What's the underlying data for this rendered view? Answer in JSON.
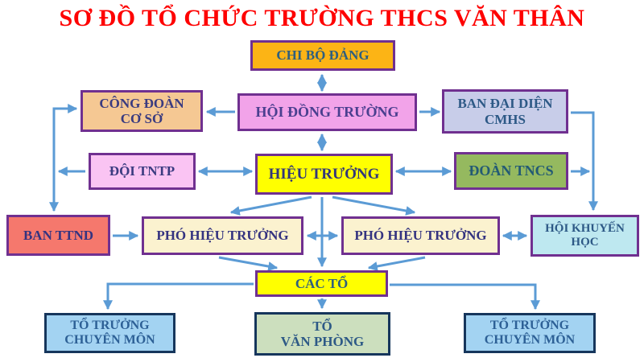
{
  "title": {
    "text": "SƠ ĐỒ TỔ CHỨC TRƯỜNG THCS VĂN THÂN",
    "color": "#FE0000"
  },
  "colors": {
    "arrow": "#5B9BD5",
    "border_purple": "#703090",
    "border_navy": "#16365C",
    "title_red": "#FE0000",
    "highlight_yellow": "#FFFF00"
  },
  "nodes": {
    "chi_bo_dang": {
      "label": "CHI BỘ ĐẢNG",
      "bg": "#FCB415",
      "border": "#703090",
      "text_color": "#2E5F7F"
    },
    "cong_doan_co_so": {
      "label": "CÔNG ĐOÀN\nCƠ SỞ",
      "bg": "#F5C893",
      "border": "#703090",
      "text_color": "#3A3B80"
    },
    "hoi_dong_truong": {
      "label": "HỘI ĐỒNG TRƯỜNG",
      "bg": "#F2A3E9",
      "border": "#703090",
      "text_color": "#4A3F8F"
    },
    "ban_dai_dien_cmhs": {
      "label": "BAN ĐẠI DIỆN\nCMHS",
      "bg": "#C8CDE9",
      "border": "#703090",
      "text_color": "#2D5986"
    },
    "doi_tntp": {
      "label": "ĐỘI TNTP",
      "bg": "#FAC4F3",
      "border": "#703090",
      "text_color": "#3A3B80"
    },
    "hieu_truong": {
      "label": "HIỆU TRƯỞNG",
      "bg": "#FFFF00",
      "border": "#703090",
      "text_color": "#32367B"
    },
    "doan_tncs": {
      "label": "ĐOÀN TNCS",
      "bg": "#95B95F",
      "border": "#703090",
      "text_color": "#235A74"
    },
    "ban_ttnd": {
      "label": "BAN TTND",
      "bg": "#F5786D",
      "border": "#703090",
      "text_color": "#343380"
    },
    "pho_hieu_truong_1": {
      "label": "PHÓ HIỆU TRƯỞNG",
      "bg": "#FBF2CF",
      "border": "#703090",
      "text_color": "#343380"
    },
    "pho_hieu_truong_2": {
      "label": "PHÓ HIỆU TRƯỞNG",
      "bg": "#FBF2CF",
      "border": "#703090",
      "text_color": "#343380"
    },
    "hoi_khuyen_hoc": {
      "label": "HỘI KHUYẾN\nHỌC",
      "bg": "#BEE8F0",
      "border": "#703090",
      "text_color": "#2D5986"
    },
    "cac_to": {
      "label": "CÁC TỔ",
      "bg": "#FFFF00",
      "border": "#703090",
      "text_color": "#2E5F7F"
    },
    "to_truong_cm_1": {
      "label": "TỔ TRƯỞNG\nCHUYÊN MÔN",
      "bg": "#A3D3F2",
      "border": "#16365C",
      "text_color": "#2D6096"
    },
    "to_van_phong": {
      "label": "TỔ\nVĂN PHÒNG",
      "bg": "#CCDFBE",
      "border": "#16365C",
      "text_color": "#2D5986"
    },
    "to_truong_cm_2": {
      "label": "TỔ TRƯỞNG\nCHUYÊN MÔN",
      "bg": "#A3D3F2",
      "border": "#16365C",
      "text_color": "#2D6096"
    }
  },
  "edges": [
    {
      "from": "chi_bo_dang",
      "to": "hoi_dong_truong",
      "arrows": "both",
      "route": "straight-vertical"
    },
    {
      "from": "hoi_dong_truong",
      "to": "cong_doan_co_so",
      "arrows": "to",
      "route": "straight-horizontal"
    },
    {
      "from": "hoi_dong_truong",
      "to": "ban_dai_dien_cmhs",
      "arrows": "to",
      "route": "straight-horizontal"
    },
    {
      "from": "hoi_dong_truong",
      "to": "hieu_truong",
      "arrows": "both",
      "route": "straight-vertical"
    },
    {
      "from": "doi_tntp",
      "to": "hieu_truong",
      "arrows": "both",
      "route": "straight-horizontal"
    },
    {
      "from": "hieu_truong",
      "to": "doan_tncs",
      "arrows": "both",
      "route": "straight-horizontal"
    },
    {
      "from": "doi_tntp",
      "to": "cong_doan_co_so",
      "arrows": "to",
      "route": "left-rail-elbow"
    },
    {
      "from": "doi_tntp",
      "to": "ban_ttnd",
      "arrows": "to",
      "route": "left-rail-elbow"
    },
    {
      "from": "ban_dai_dien_cmhs",
      "to": "hoi_khuyen_hoc",
      "arrows": "to",
      "route": "right-rail-elbow"
    },
    {
      "from": "doan_tncs",
      "to": "hoi_khuyen_hoc",
      "arrows": "to",
      "route": "joins-right-rail"
    },
    {
      "from": "ban_ttnd",
      "to": "pho_hieu_truong_1",
      "arrows": "to",
      "route": "straight-horizontal"
    },
    {
      "from": "hieu_truong",
      "to": "pho_hieu_truong_1",
      "arrows": "to",
      "route": "diagonal"
    },
    {
      "from": "hieu_truong",
      "to": "pho_hieu_truong_2",
      "arrows": "to",
      "route": "diagonal"
    },
    {
      "from": "hieu_truong",
      "to": "cac_to",
      "arrows": "to",
      "route": "straight-vertical"
    },
    {
      "from": "pho_hieu_truong_1",
      "to": "pho_hieu_truong_2",
      "arrows": "both",
      "route": "straight-horizontal"
    },
    {
      "from": "pho_hieu_truong_2",
      "to": "hoi_khuyen_hoc",
      "arrows": "both",
      "route": "straight-horizontal"
    },
    {
      "from": "pho_hieu_truong_1",
      "to": "cac_to",
      "arrows": "to",
      "route": "diagonal"
    },
    {
      "from": "pho_hieu_truong_2",
      "to": "cac_to",
      "arrows": "to",
      "route": "diagonal"
    },
    {
      "from": "cac_to",
      "to": "to_truong_cm_1",
      "arrows": "to",
      "route": "elbow"
    },
    {
      "from": "cac_to",
      "to": "to_van_phong",
      "arrows": "to",
      "route": "straight-vertical"
    },
    {
      "from": "cac_to",
      "to": "to_truong_cm_2",
      "arrows": "to",
      "route": "elbow"
    }
  ]
}
